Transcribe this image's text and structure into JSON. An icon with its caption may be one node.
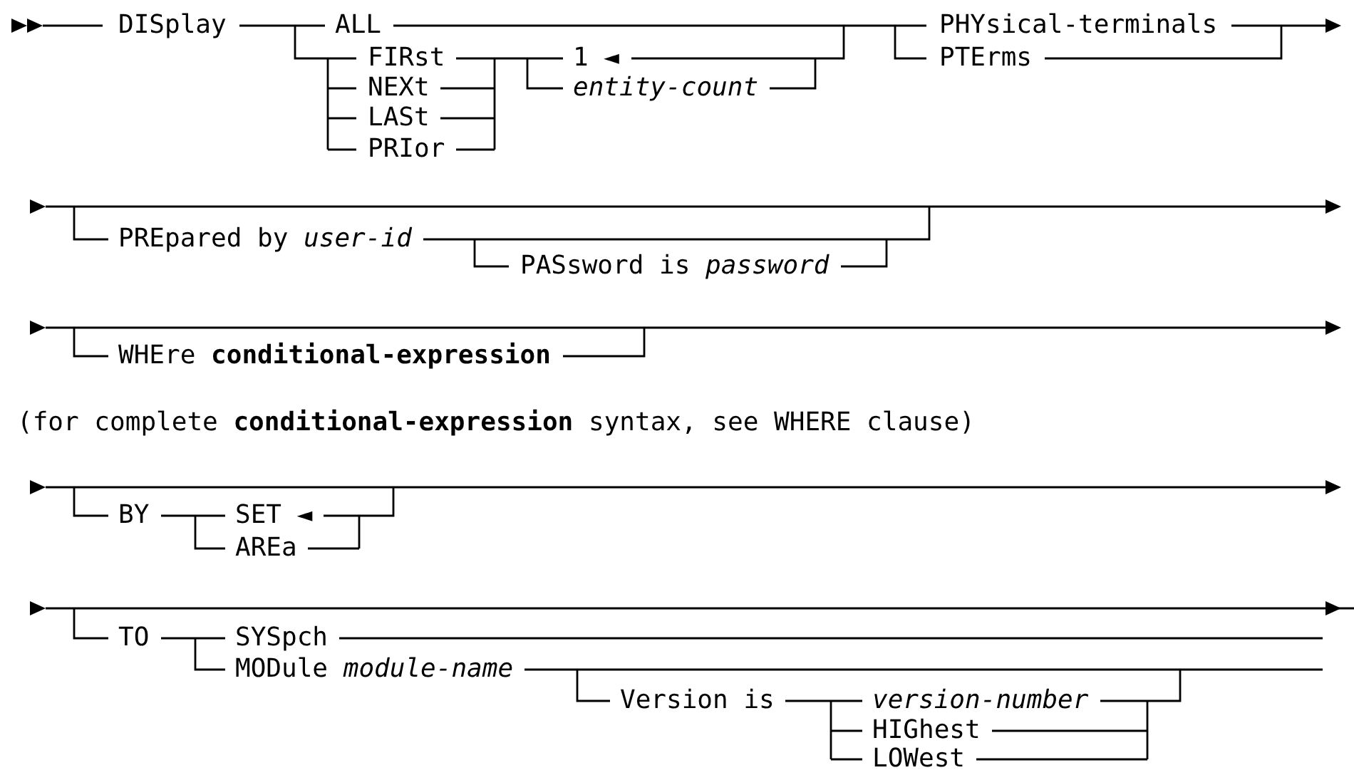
{
  "diagram": {
    "labels": [
      "DISplay",
      "ALL",
      "PHYsical-terminals",
      "FIRst",
      "1 ◄",
      "PTErms",
      "NEXt",
      "entity-count",
      "LASt",
      "PRIor",
      "PREpared by *user-id*",
      "PASsword is *password*",
      "WHEre **conditional-expression**",
      "(for complete **conditional-expression** syntax, see WHERE clause)",
      "BY",
      "SET ◄",
      "AREa",
      "TO",
      "SYSpch",
      "MODule *module-name*",
      "Version is",
      "version-number",
      "HIGhest",
      "LOWest"
    ]
  }
}
